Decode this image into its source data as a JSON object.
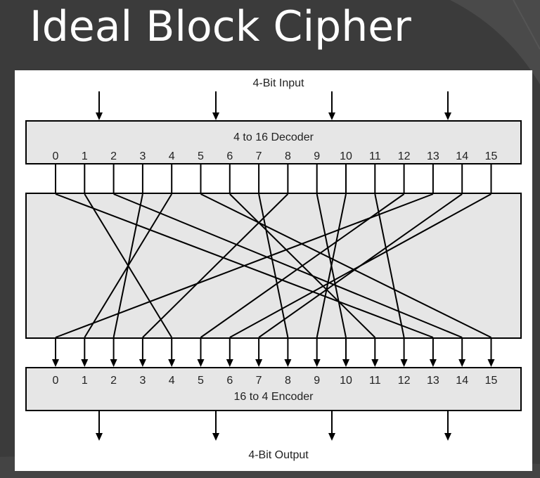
{
  "slide": {
    "title": "Ideal Block Cipher"
  },
  "diagram": {
    "input_label": "4-Bit Input",
    "decoder_label": "4 to 16 Decoder",
    "encoder_label": "16 to 4 Encoder",
    "output_label": "4-Bit Output",
    "decoder_indices": [
      "0",
      "1",
      "2",
      "3",
      "4",
      "5",
      "6",
      "7",
      "8",
      "9",
      "10",
      "11",
      "12",
      "13",
      "14",
      "15"
    ],
    "encoder_indices": [
      "0",
      "1",
      "2",
      "3",
      "4",
      "5",
      "6",
      "7",
      "8",
      "9",
      "10",
      "11",
      "12",
      "13",
      "14",
      "15"
    ],
    "permutation": [
      {
        "from": 0,
        "to": 13
      },
      {
        "from": 1,
        "to": 4
      },
      {
        "from": 2,
        "to": 14
      },
      {
        "from": 3,
        "to": 2
      },
      {
        "from": 4,
        "to": 1
      },
      {
        "from": 5,
        "to": 15
      },
      {
        "from": 6,
        "to": 11
      },
      {
        "from": 7,
        "to": 8
      },
      {
        "from": 8,
        "to": 3
      },
      {
        "from": 9,
        "to": 10
      },
      {
        "from": 10,
        "to": 9
      },
      {
        "from": 11,
        "to": 12
      },
      {
        "from": 12,
        "to": 5
      },
      {
        "from": 13,
        "to": 0
      },
      {
        "from": 14,
        "to": 7
      },
      {
        "from": 15,
        "to": 6
      }
    ]
  }
}
